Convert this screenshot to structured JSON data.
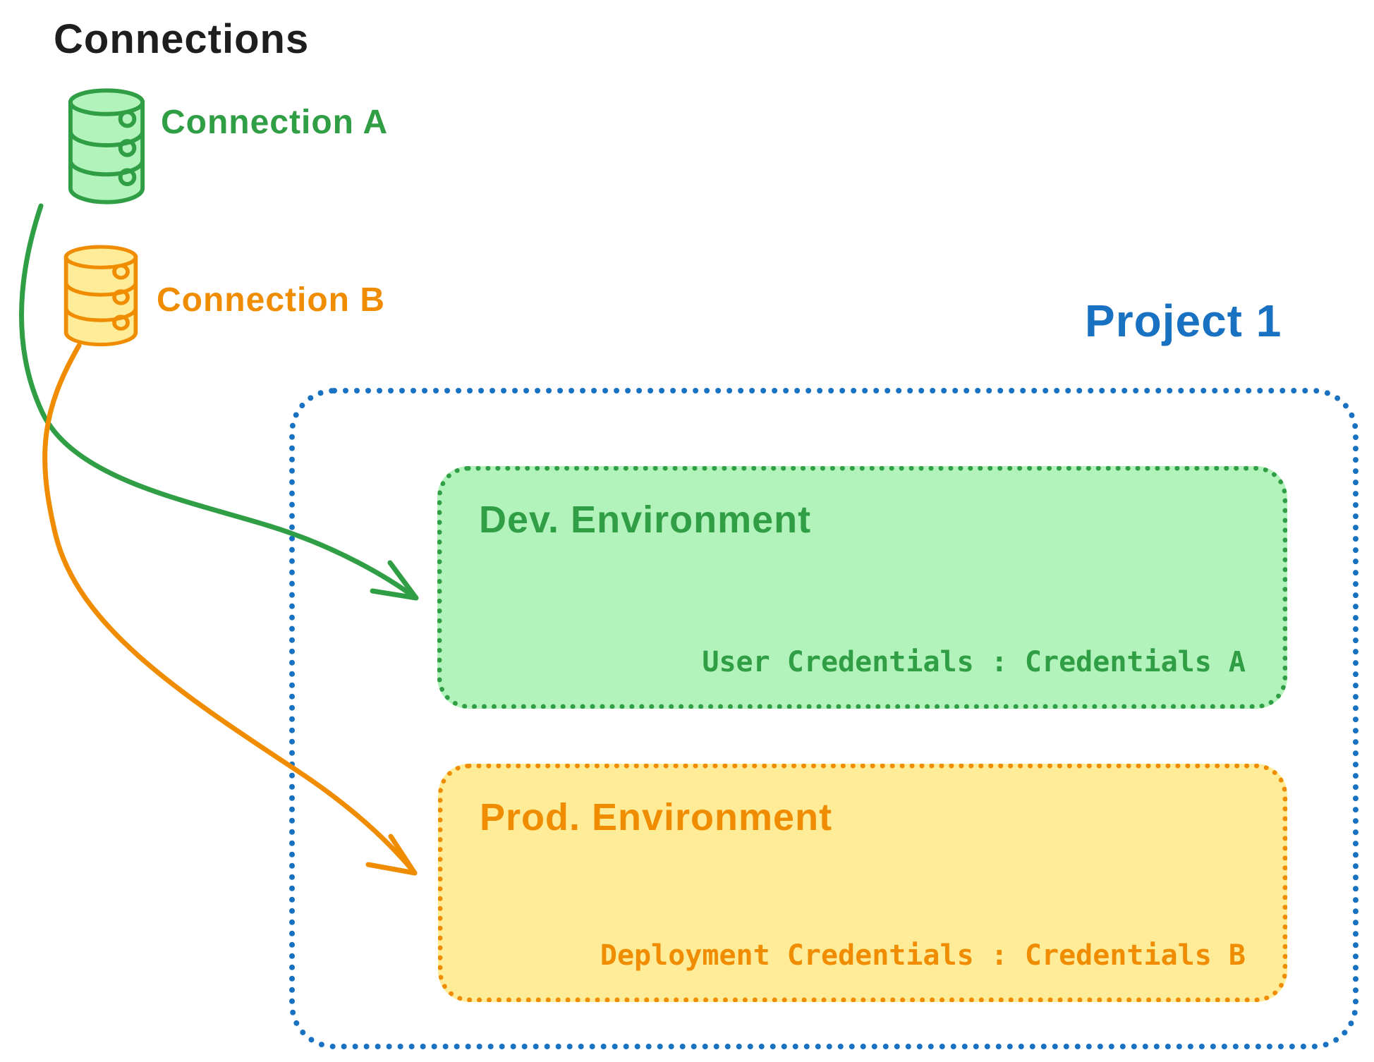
{
  "title": "Connections",
  "colors": {
    "ink": "#1e1e1e",
    "green": "#2f9e44",
    "green_fill": "#b2f2bb",
    "orange": "#f08c00",
    "orange_fill": "#ffec99",
    "blue": "#1971c2"
  },
  "connections": [
    {
      "label": "Connection A",
      "color": "#2f9e44",
      "icon": "database-icon"
    },
    {
      "label": "Connection B",
      "color": "#f08c00",
      "icon": "database-icon"
    }
  ],
  "project": {
    "label": "Project 1",
    "environments": [
      {
        "name": "Dev. Environment",
        "credentials": "User Credentials : Credentials A",
        "color": "#2f9e44"
      },
      {
        "name": "Prod. Environment",
        "credentials": "Deployment Credentials : Credentials B",
        "color": "#f08c00"
      }
    ]
  },
  "arrows": [
    {
      "name": "connection-a-to-dev",
      "color": "#2f9e44"
    },
    {
      "name": "connection-b-to-prod",
      "color": "#f08c00"
    }
  ]
}
